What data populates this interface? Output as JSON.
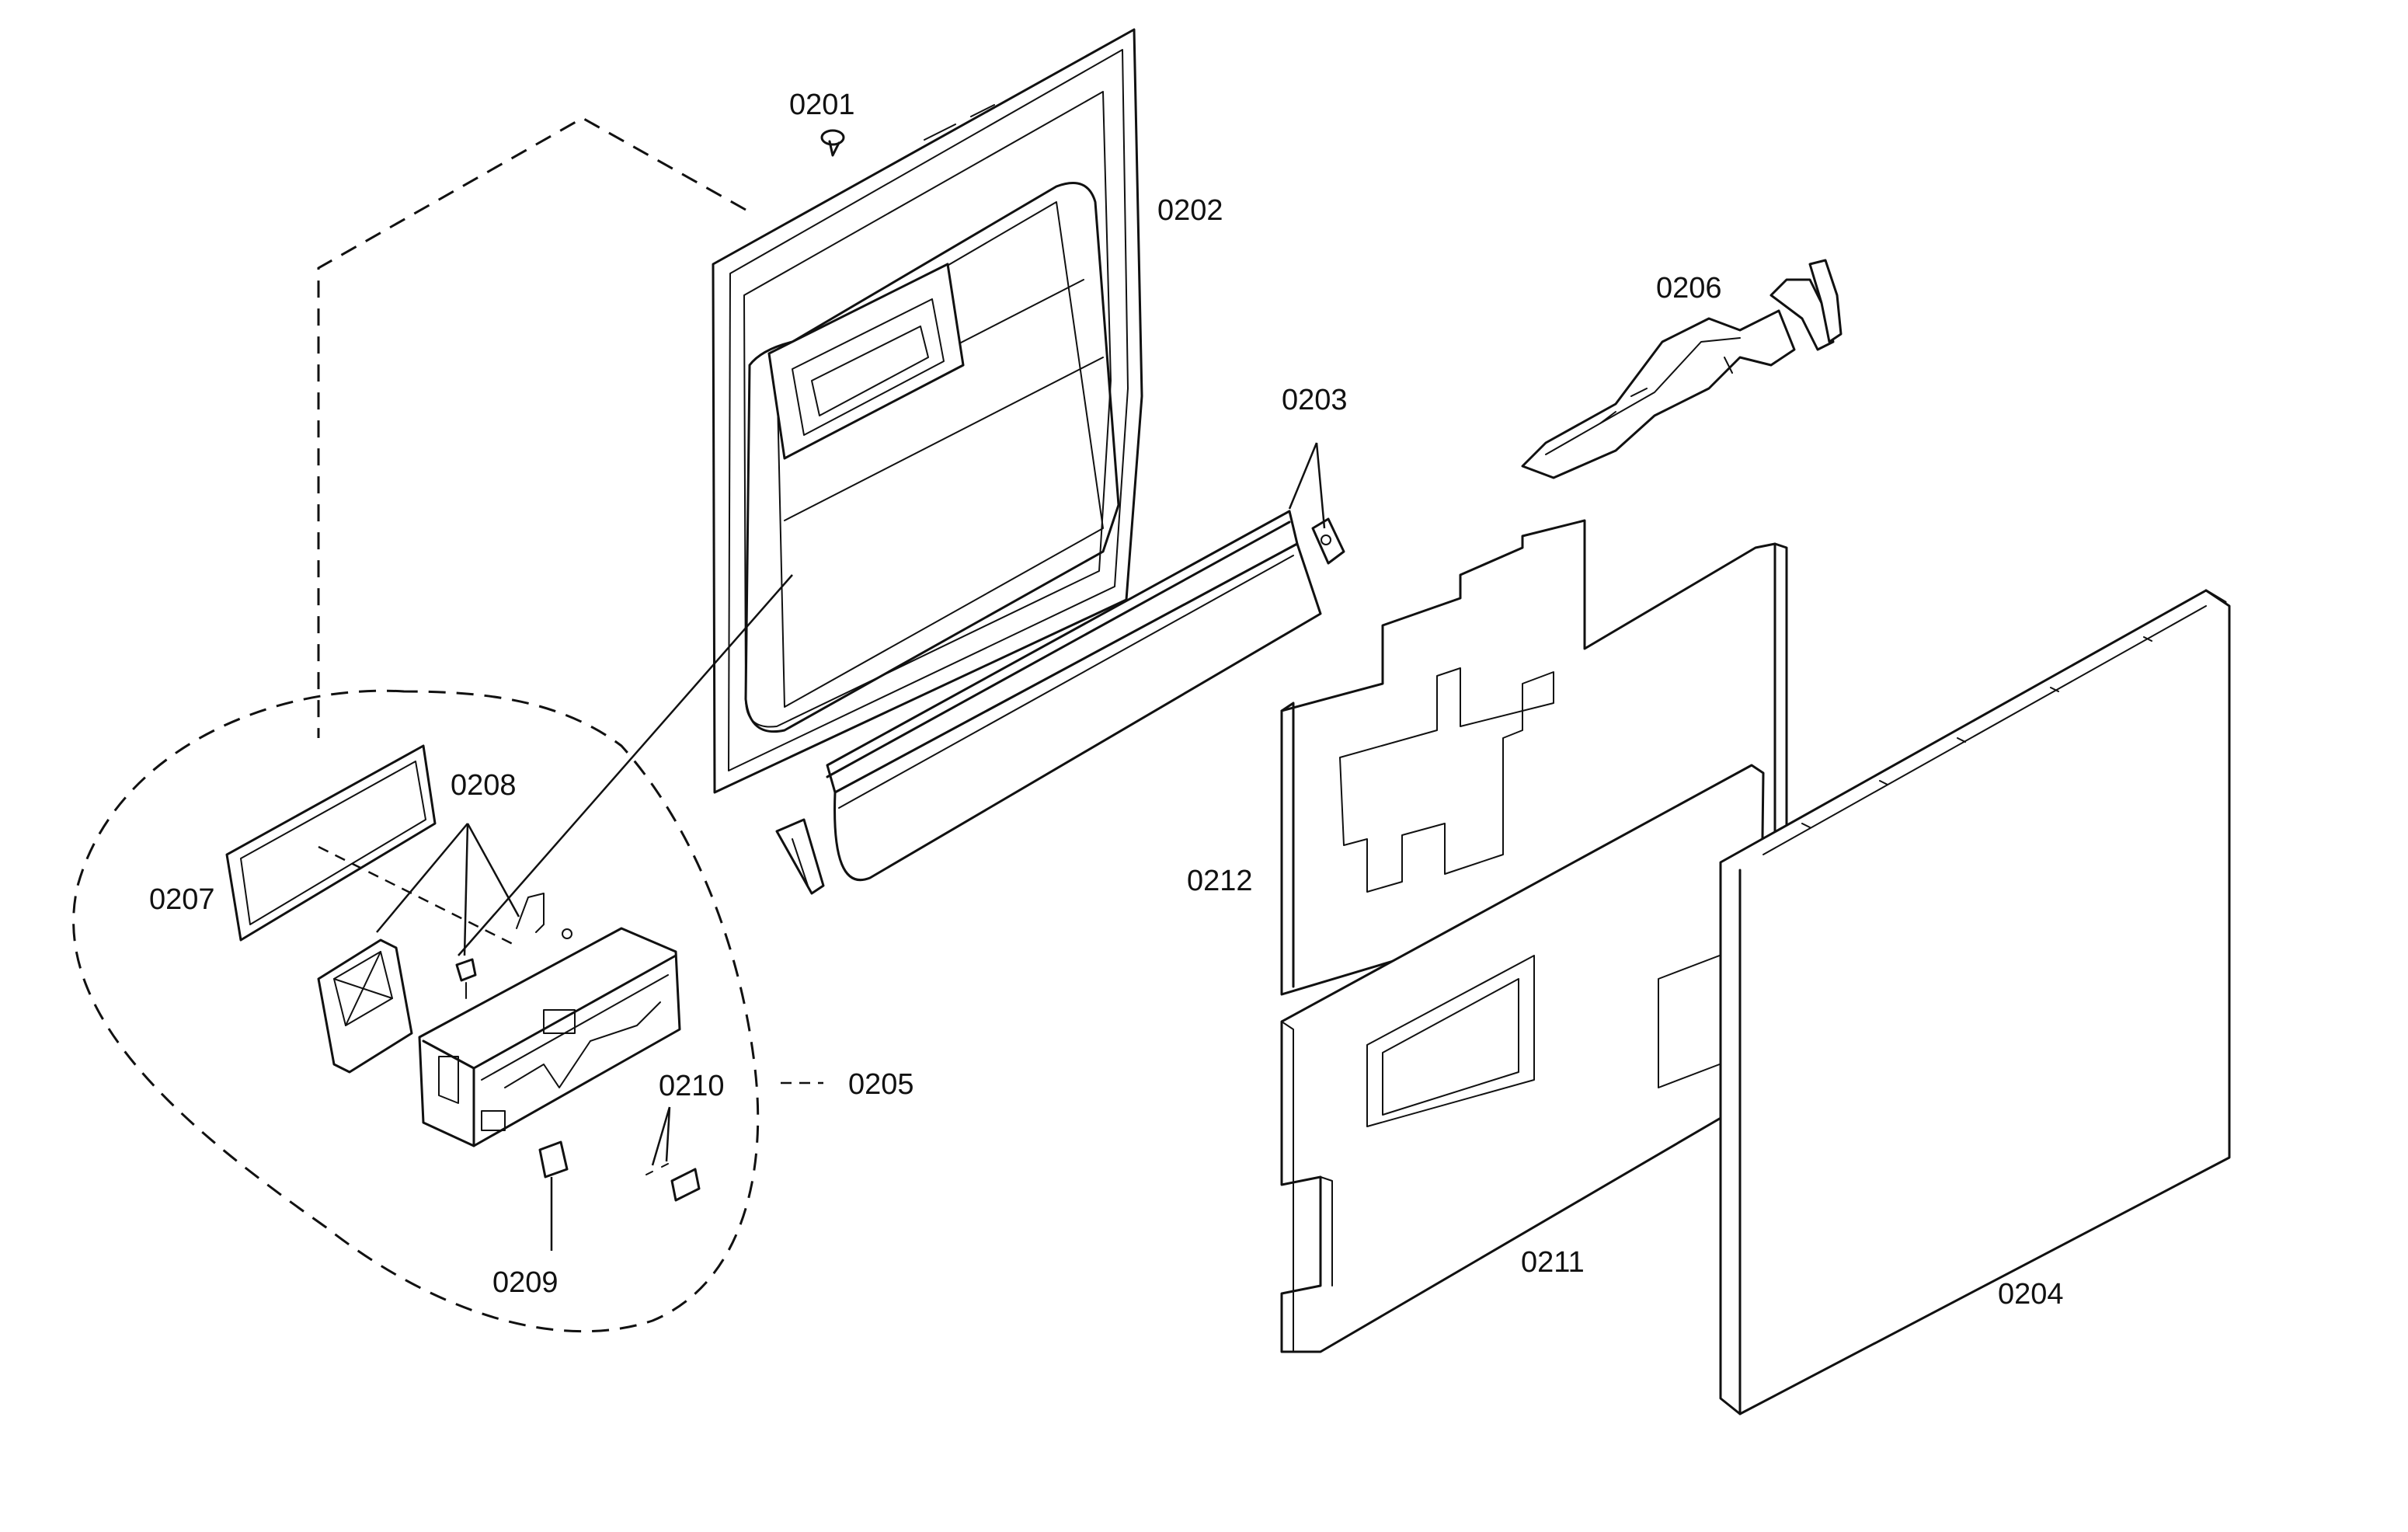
{
  "labels": {
    "p0201": "0201",
    "p0202": "0202",
    "p0203": "0203",
    "p0204": "0204",
    "p0205": "0205",
    "p0206": "0206",
    "p0207": "0207",
    "p0208": "0208",
    "p0209": "0209",
    "p0210": "0210",
    "p0211": "0211",
    "p0212": "0212"
  }
}
